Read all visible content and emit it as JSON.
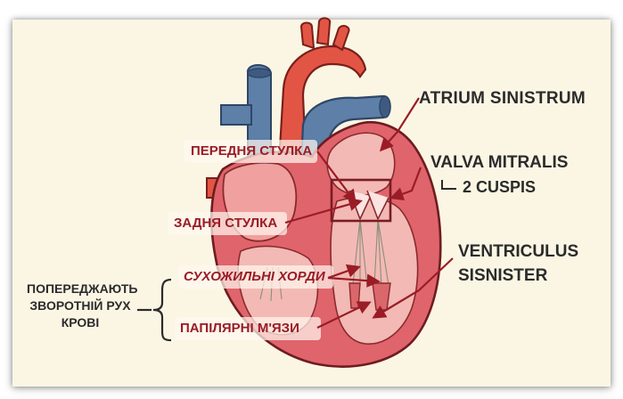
{
  "labels": {
    "atrium": "ATRIUM SINISTRUM",
    "valva_line1": "VALVA MITRALIS",
    "valva_line2": "2 CUSPIS",
    "ventriculus_line1": "VENTRICULUS",
    "ventriculus_line2": "SISNISTER",
    "front_cusp": "ПЕРЕДНЯ СТУЛКА",
    "back_cusp": "ЗАДНЯ СТУЛКА",
    "chordae": "СУХОЖИЛЬНІ ХОРДИ",
    "papillary": "ПАПІЛЯРНІ М'ЯЗИ",
    "prevent_line1": "ПОПЕРЕДЖАЮТЬ",
    "prevent_line2": "ЗВОРОТНІЙ РУХ",
    "prevent_line3": "КРОВІ"
  },
  "colors": {
    "background": "#fbf6e4",
    "label_red": "#9a1c26",
    "label_dark": "#2b2b2b",
    "heart_muscle": "#e0646b",
    "heart_inner": "#f3b9b5",
    "artery": "#e25544",
    "vein": "#5d7fa8"
  }
}
